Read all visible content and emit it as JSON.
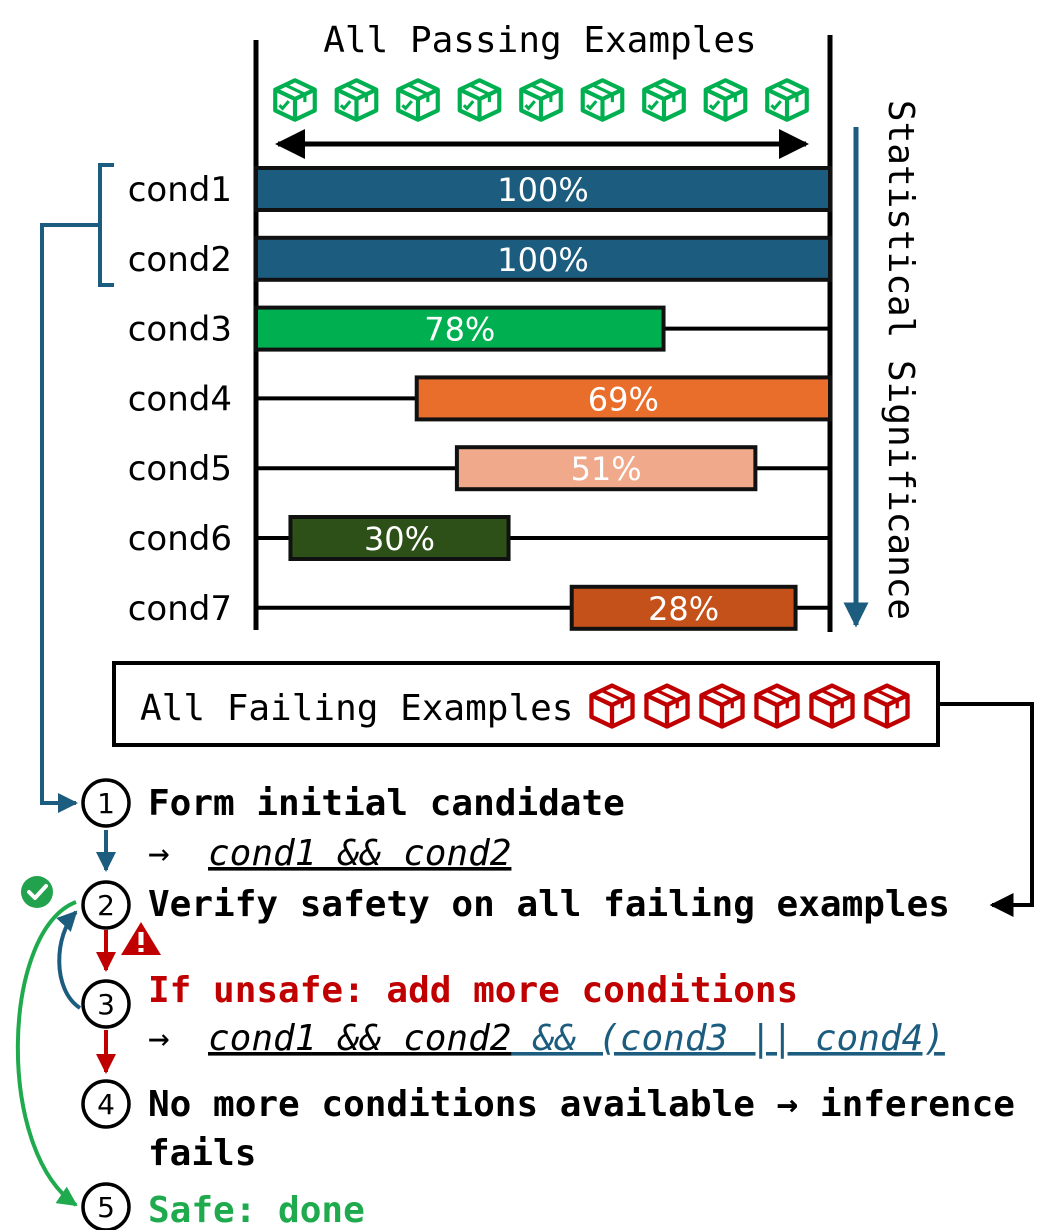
{
  "top_header": "All Passing Examples",
  "side_label": "Statistical Significance",
  "passing_count": 9,
  "failing_label": "All Failing Examples",
  "failing_count": 6,
  "conditions": [
    {
      "label": "cond1",
      "pct_label": "100%",
      "coverage": 1.0,
      "start": 0.0,
      "color": "#1c5c7e"
    },
    {
      "label": "cond2",
      "pct_label": "100%",
      "coverage": 1.0,
      "start": 0.0,
      "color": "#1c5c7e"
    },
    {
      "label": "cond3",
      "pct_label": "78%",
      "coverage": 0.71,
      "start": 0.0,
      "color": "#00b050"
    },
    {
      "label": "cond4",
      "pct_label": "69%",
      "coverage": 0.72,
      "start": 0.28,
      "color": "#e96e2c"
    },
    {
      "label": "cond5",
      "pct_label": "51%",
      "coverage": 0.52,
      "start": 0.35,
      "color": "#f0a98a"
    },
    {
      "label": "cond6",
      "pct_label": "30%",
      "coverage": 0.38,
      "start": 0.06,
      "color": "#2d5018"
    },
    {
      "label": "cond7",
      "pct_label": "28%",
      "coverage": 0.39,
      "start": 0.55,
      "color": "#c5511a"
    }
  ],
  "steps": [
    {
      "num": "1",
      "text": "Form initial candidate",
      "color": "#000000"
    },
    {
      "num": "2",
      "text": "Verify safety on all failing examples",
      "color": "#000000"
    },
    {
      "num": "3",
      "text": "If unsafe: add more conditions",
      "color": "#c00000"
    },
    {
      "num": "4",
      "text": "No more conditions available → inference",
      "text2": "fails",
      "color": "#000000"
    },
    {
      "num": "5",
      "text": "Safe: done",
      "color": "#1faa4e"
    }
  ],
  "expr1": {
    "arrow": "→",
    "base": "cond1 && cond2"
  },
  "expr2": {
    "arrow": "→",
    "base": "cond1 && cond2",
    "extra": " && (cond3 || cond4)"
  },
  "colors": {
    "blue": "#1c5c7e",
    "green_pass": "#00b050",
    "red_fail": "#c00000",
    "green_done": "#1faa4e",
    "check_green": "#23a24d",
    "warn_red": "#c00000"
  },
  "icons": {
    "passing": "package-icon",
    "failing": "package-icon",
    "check": "checkmark-icon",
    "warning": "warning-icon"
  }
}
